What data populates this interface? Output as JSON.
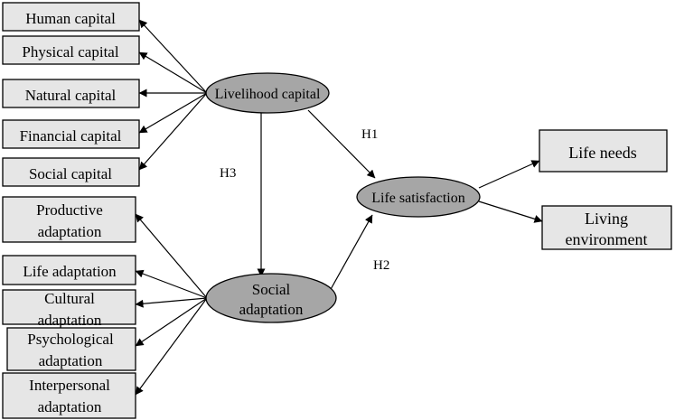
{
  "nodes": {
    "human_capital": "Human capital",
    "physical_capital": "Physical capital",
    "natural_capital": "Natural capital",
    "financial_capital": "Financial capital",
    "social_capital": "Social capital",
    "productive_adaptation": [
      "Productive",
      "adaptation"
    ],
    "life_adaptation": "Life adaptation",
    "cultural_adaptation": [
      "Cultural",
      "adaptation"
    ],
    "psychological_adaptation": [
      "Psychological",
      "adaptation"
    ],
    "interpersonal_adaptation": [
      "Interpersonal",
      "adaptation"
    ],
    "livelihood_capital": "Livelihood capital",
    "social_adaptation": [
      "Social",
      "adaptation"
    ],
    "life_satisfaction": "Life satisfaction",
    "life_needs": "Life needs",
    "living_environment": [
      "Living",
      "environment"
    ]
  },
  "hypotheses": {
    "h1": "H1",
    "h2": "H2",
    "h3": "H3"
  },
  "colors": {
    "box_fill": "#e6e6e6",
    "ellipse_fill": "#a6a6a6",
    "stroke": "#000000"
  }
}
